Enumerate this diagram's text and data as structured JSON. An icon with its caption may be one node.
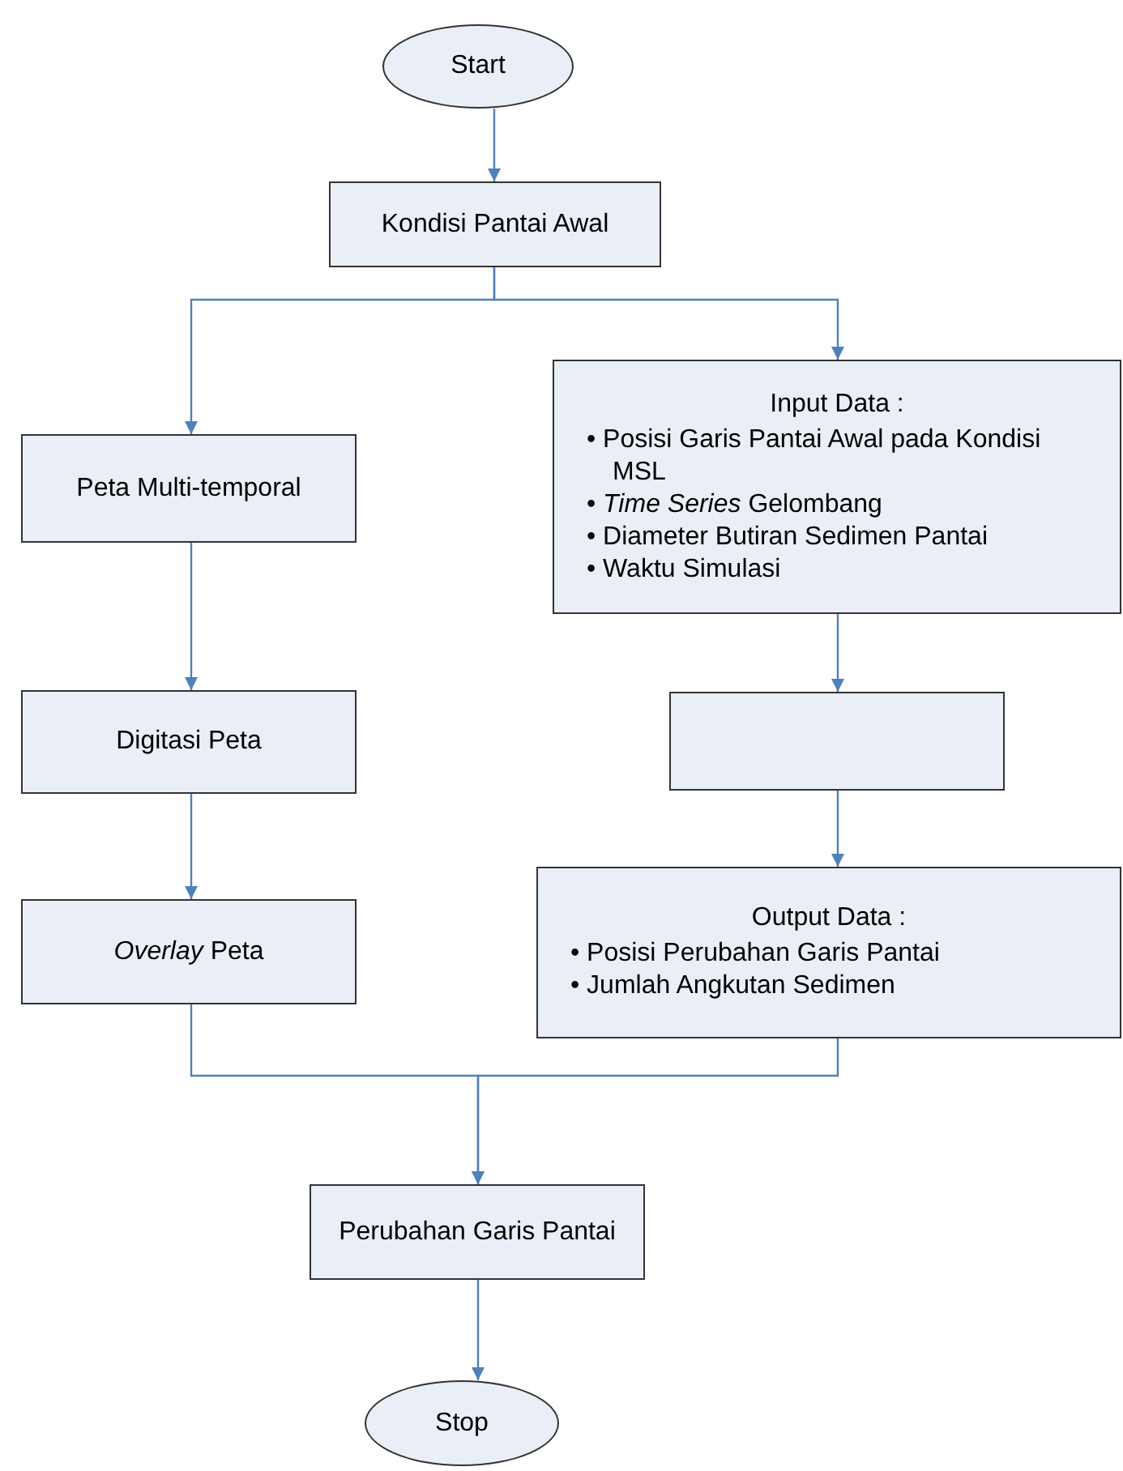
{
  "diagram": {
    "nodes": [
      {
        "text": [
          "Start"
        ]
      },
      {
        "text": [
          "Kondisi Pantai Awal"
        ]
      },
      {
        "text": [
          "Input Data :",
          "• Posisi Garis Pantai Awal pada Kondisi MSL",
          "• *Time Series* Gelombang",
          "• Diameter Butiran Sedimen Pantai",
          "• Waktu Simulasi"
        ]
      },
      {
        "text": [
          "Peta Multi-temporal"
        ]
      },
      {
        "text": [
          "Digitasi Peta"
        ]
      },
      {
        "text": [],
        "shape": "box"
      },
      {
        "text": [
          "Output Data :",
          "• Posisi Perubahan Garis Pantai",
          "• Jumlah Angkutan Sedimen"
        ]
      },
      {
        "text": [
          "*Overlay* Peta"
        ]
      },
      {
        "text": [
          "Perubahan Garis Pantai"
        ]
      },
      {
        "text": [
          "Stop"
        ]
      }
    ],
    "edges": [
      {
        "from": 0,
        "to": 1,
        "arrow": "to"
      },
      {
        "from": 1,
        "to": 3,
        "arrow": "to"
      },
      {
        "from": 1,
        "to": 2,
        "arrow": "to"
      },
      {
        "from": 3,
        "to": 4,
        "arrow": "to"
      },
      {
        "from": 2,
        "to": 5,
        "arrow": "to"
      },
      {
        "from": 4,
        "to": 7,
        "arrow": "to"
      },
      {
        "from": 5,
        "to": 6,
        "arrow": "to"
      },
      {
        "from": 7,
        "to": 8,
        "arrow": "to"
      },
      {
        "from": 6,
        "to": 8,
        "arrow": "to"
      },
      {
        "from": 8,
        "to": 9,
        "arrow": "to"
      }
    ]
  }
}
